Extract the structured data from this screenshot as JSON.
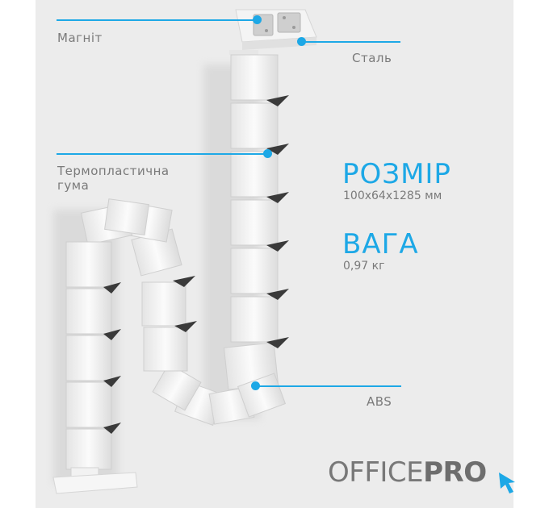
{
  "labels": {
    "magnet": "Магніт",
    "steel": "Сталь",
    "rubber_line1": "Термопластична",
    "rubber_line2": "гума",
    "abs": "ABS"
  },
  "specs": {
    "size_title": "РОЗМІР",
    "size_value": "100x64x1285 мм",
    "weight_title": "ВАГА",
    "weight_value": "0,97 кг"
  },
  "logo": {
    "light": "OFFICE",
    "bold": "PRO",
    "icon": "cursor-arrow-icon"
  },
  "colors": {
    "accent": "#1da8e6",
    "text_gray": "#7a7a7a",
    "background": "#ececec"
  }
}
